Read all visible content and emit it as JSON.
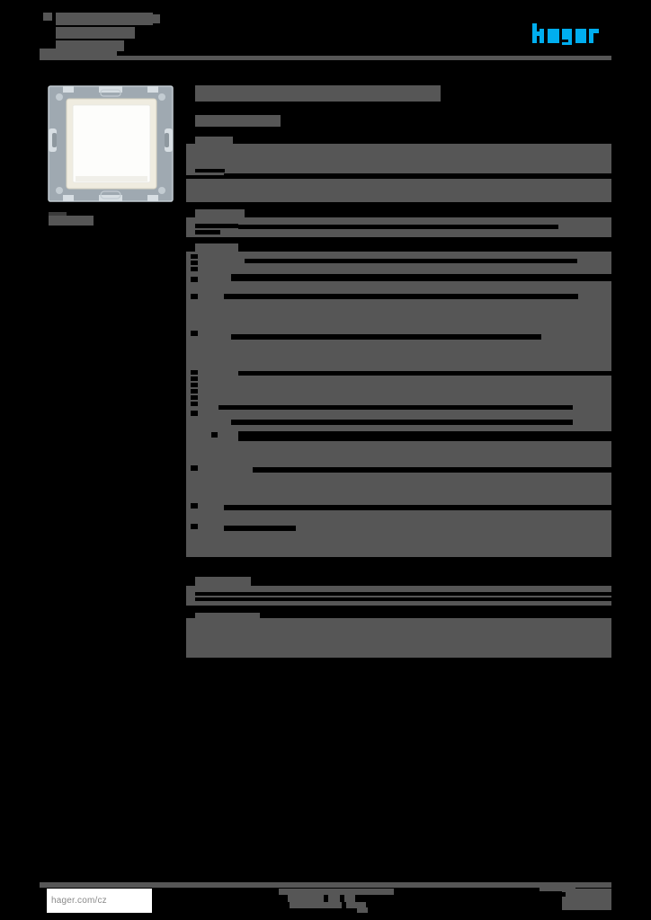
{
  "document": {
    "kind": "product-datasheet",
    "brand": "hager",
    "brand_color": "#00AEEF",
    "redaction_color": "#565656",
    "page_background": "#000000",
    "paper_area": "724x1024"
  },
  "header": {
    "title_line_1": "",
    "title_line_2": "",
    "title_line_3": "",
    "article_code": "",
    "logo_alt": "hager"
  },
  "product": {
    "image_alt": "flush-mounted rocker switch insert with metal support frame",
    "caption": "",
    "frame_color": "#aab3ba",
    "rocker_color": "#f7f5ef"
  },
  "main": {
    "heading": "",
    "subheading": "",
    "sections": [
      {
        "title": "",
        "rows": [
          {
            "label": "",
            "value": ""
          },
          {
            "label": "",
            "value": ""
          }
        ]
      },
      {
        "title": "",
        "rows": [
          {
            "label": "",
            "value": ""
          }
        ]
      },
      {
        "title": "",
        "rows": [
          {
            "label": "",
            "value": ""
          },
          {
            "label": "",
            "value": ""
          },
          {
            "label": "",
            "value": ""
          },
          {
            "label": "",
            "value": ""
          },
          {
            "label": "",
            "value": ""
          },
          {
            "label": "",
            "value": ""
          },
          {
            "label": "",
            "value": ""
          },
          {
            "label": "",
            "value": ""
          },
          {
            "label": "",
            "value": ""
          },
          {
            "label": "",
            "value": ""
          },
          {
            "label": "",
            "value": ""
          },
          {
            "label": "",
            "value": ""
          },
          {
            "label": "",
            "value": ""
          },
          {
            "label": "",
            "value": ""
          },
          {
            "label": "",
            "value": ""
          },
          {
            "label": "",
            "value": ""
          },
          {
            "label": "",
            "value": ""
          },
          {
            "label": "",
            "value": ""
          }
        ]
      },
      {
        "title": "",
        "rows": [
          {
            "label": "",
            "value": ""
          },
          {
            "label": "",
            "value": ""
          }
        ]
      },
      {
        "title": "",
        "rows": [
          {
            "label": "",
            "value": ""
          }
        ]
      }
    ]
  },
  "footer": {
    "url": "hager.com/cz",
    "center_note": "",
    "page_number": ""
  }
}
